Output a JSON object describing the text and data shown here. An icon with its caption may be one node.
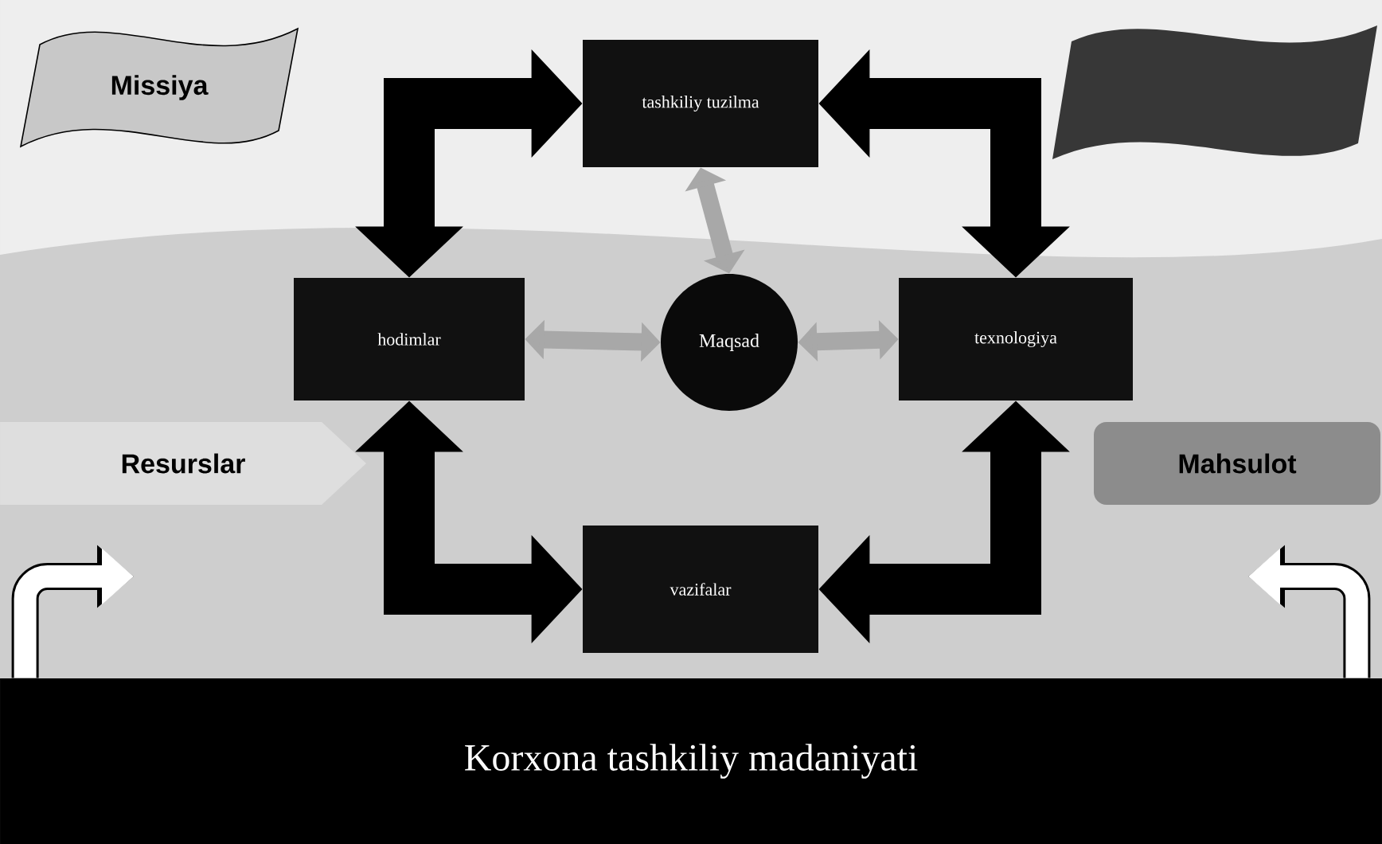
{
  "diagram": {
    "nodes": [
      {
        "text": [
          "Missiya"
        ]
      },
      {
        "text": [
          "tashkiliy tuzilma"
        ]
      },
      {
        "text": [],
        "shape": "flag"
      },
      {
        "text": [
          "hodimlar"
        ]
      },
      {
        "text": [
          "Maqsad"
        ]
      },
      {
        "text": [
          "texnologiya"
        ]
      },
      {
        "text": [
          "Resurslar"
        ]
      },
      {
        "text": [
          "Mahsulot"
        ]
      },
      {
        "text": [
          "vazifalar"
        ]
      },
      {
        "text": [
          "Korxona tashkiliy madaniyati"
        ]
      }
    ],
    "edges": [
      {
        "from": 1,
        "to": 3,
        "arrow": "both",
        "style": "thick"
      },
      {
        "from": 1,
        "to": 5,
        "arrow": "both",
        "style": "thick"
      },
      {
        "from": 3,
        "to": 8,
        "arrow": "both",
        "style": "thick"
      },
      {
        "from": 5,
        "to": 8,
        "arrow": "both",
        "style": "thick"
      },
      {
        "from": 4,
        "to": 1,
        "arrow": "both",
        "color": "#a8a8a8"
      },
      {
        "from": 4,
        "to": 3,
        "arrow": "both",
        "color": "#a8a8a8"
      },
      {
        "from": 4,
        "to": 5,
        "arrow": "both",
        "color": "#a8a8a8"
      },
      {
        "from": 9,
        "to": null,
        "arrow": "to",
        "color": "#ffffff"
      },
      {
        "from": 9,
        "to": null,
        "arrow": "to",
        "color": "#ffffff"
      }
    ]
  }
}
